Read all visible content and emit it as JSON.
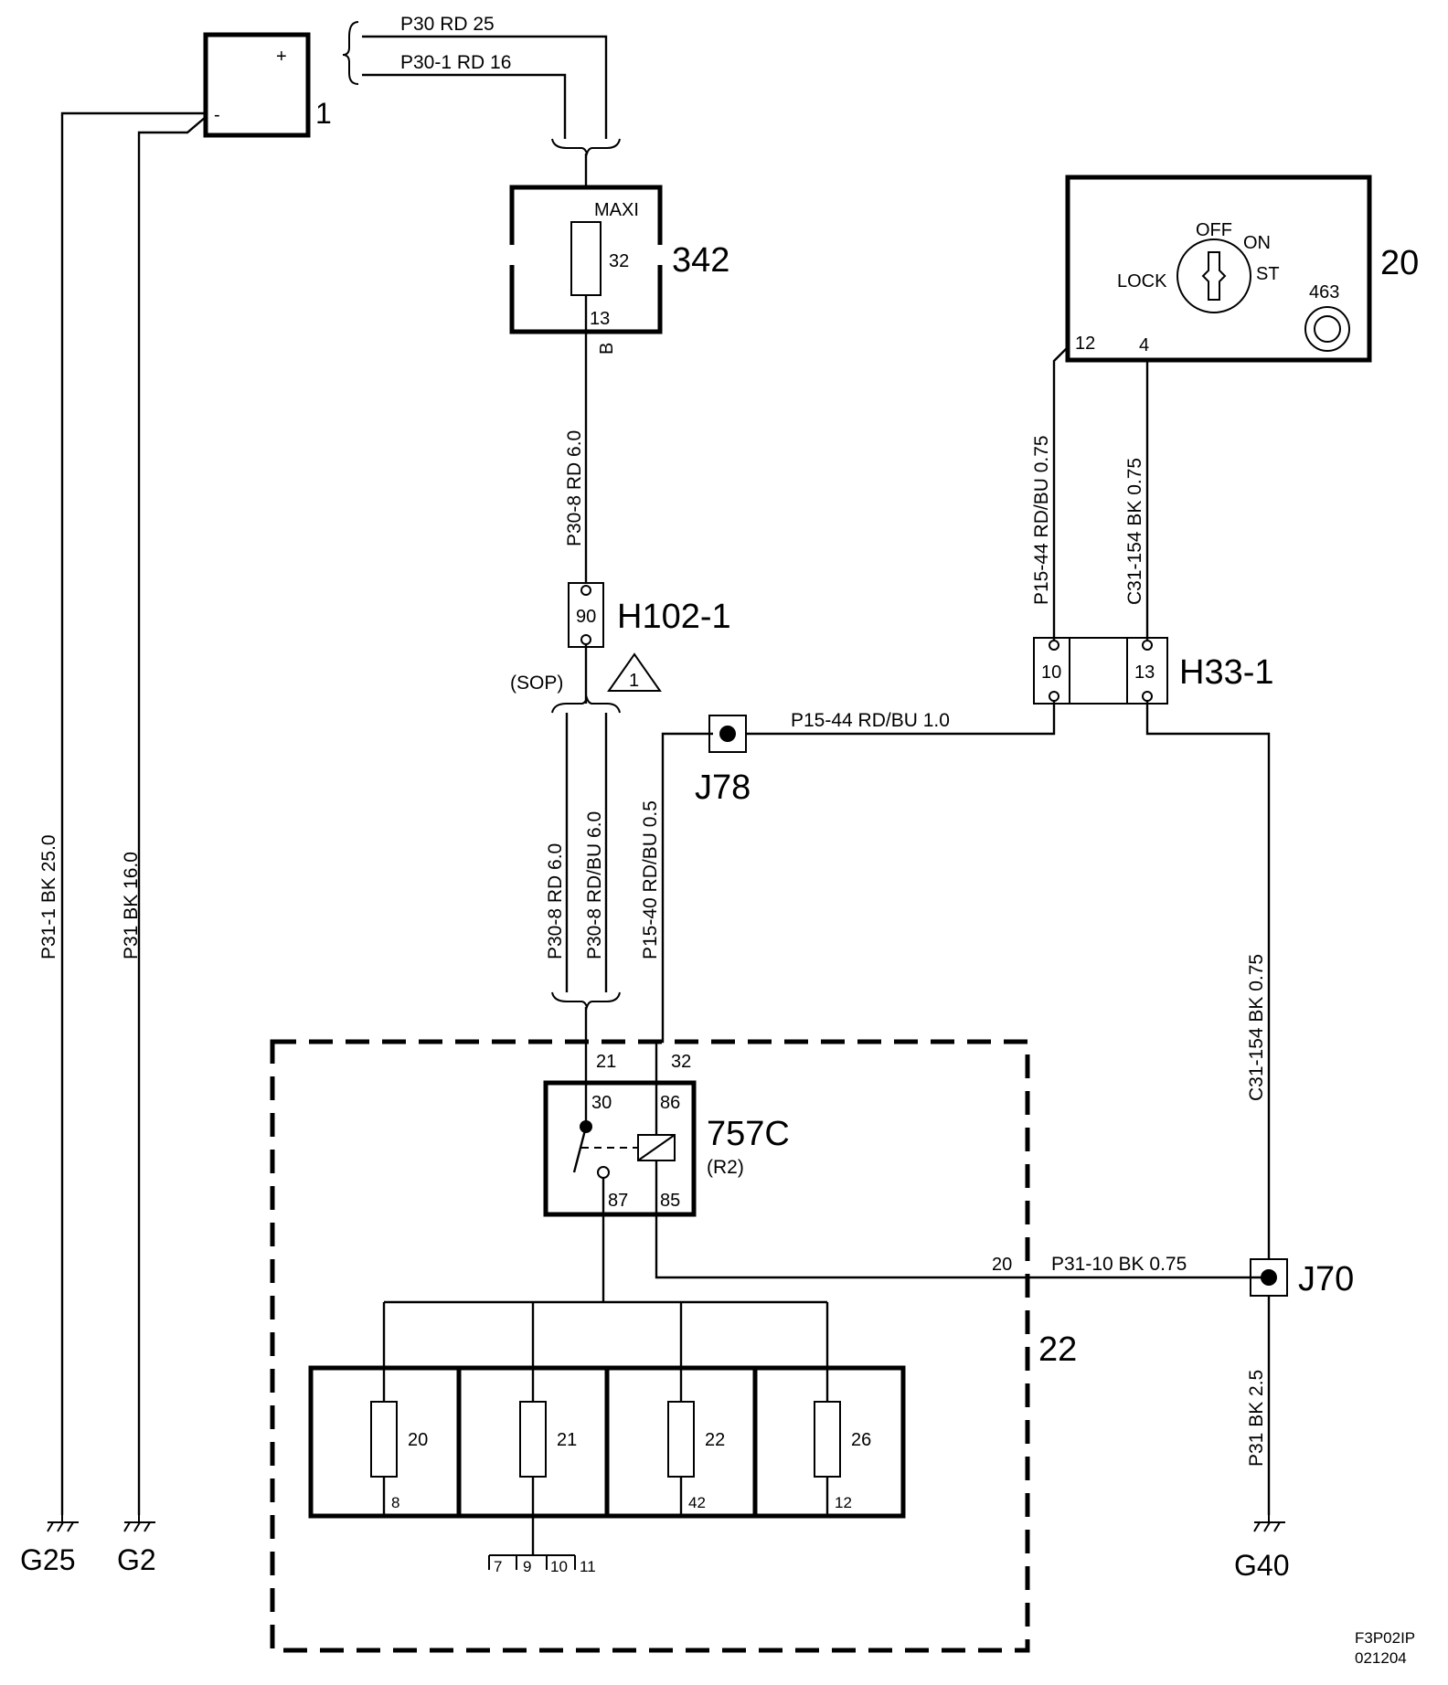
{
  "components": {
    "battery": {
      "id": "1",
      "plus": "+",
      "minus": "-"
    },
    "maxi_fuse": {
      "id": "342",
      "type": "MAXI",
      "fuse": "32",
      "pin": "13",
      "side": "B"
    },
    "ignition_switch": {
      "id": "20",
      "off": "OFF",
      "on": "ON",
      "lock": "LOCK",
      "st": "ST",
      "sub": "463",
      "pin_a": "12",
      "pin_b": "4"
    },
    "h102": {
      "id": "H102-1",
      "pin": "90",
      "note": "(SOP)",
      "warning": "1"
    },
    "h33": {
      "id": "H33-1",
      "pin_a": "10",
      "pin_b": "13"
    },
    "j78": {
      "id": "J78"
    },
    "j70": {
      "id": "J70"
    },
    "fusebox": {
      "id": "22",
      "pin_in": "21",
      "pin_ctrl": "32",
      "pin_gnd": "20"
    },
    "relay": {
      "id": "757C",
      "sub": "(R2)",
      "p30": "30",
      "p86": "86",
      "p87": "87",
      "p85": "85"
    },
    "fuses": [
      {
        "num": "20",
        "pin": "8"
      },
      {
        "num": "21",
        "pin": ""
      },
      {
        "num": "22",
        "pin": "42"
      },
      {
        "num": "26",
        "pin": "12"
      }
    ],
    "bottom_pins": [
      "7",
      "9",
      "10",
      "11"
    ],
    "grounds": [
      "G25",
      "G2",
      "G40"
    ]
  },
  "wires": {
    "p30_rd_25": "P30  RD  25",
    "p30_1_rd_16": "P30-1  RD  16",
    "p31_1": "P31-1  BK  25.0",
    "p31": "P31  BK  16.0",
    "p30_8_top": "P30-8  RD  6.0",
    "p30_8_rd": "P30-8  RD  6.0",
    "p30_8_rdbu": "P30-8  RD/BU  6.0",
    "p15_40": "P15-40  RD/BU  0.5",
    "p15_44_h": "P15-44  RD/BU  1.0",
    "p15_44_v": "P15-44  RD/BU 0.75",
    "c31_154_v": "C31-154  BK  0.75",
    "c31_154_r": "C31-154  BK  0.75",
    "p31_10": "P31-10  BK  0.75",
    "p31_bk": "P31  BK  2.5"
  },
  "footer": {
    "code": "F3P02IP",
    "date": "021204"
  }
}
